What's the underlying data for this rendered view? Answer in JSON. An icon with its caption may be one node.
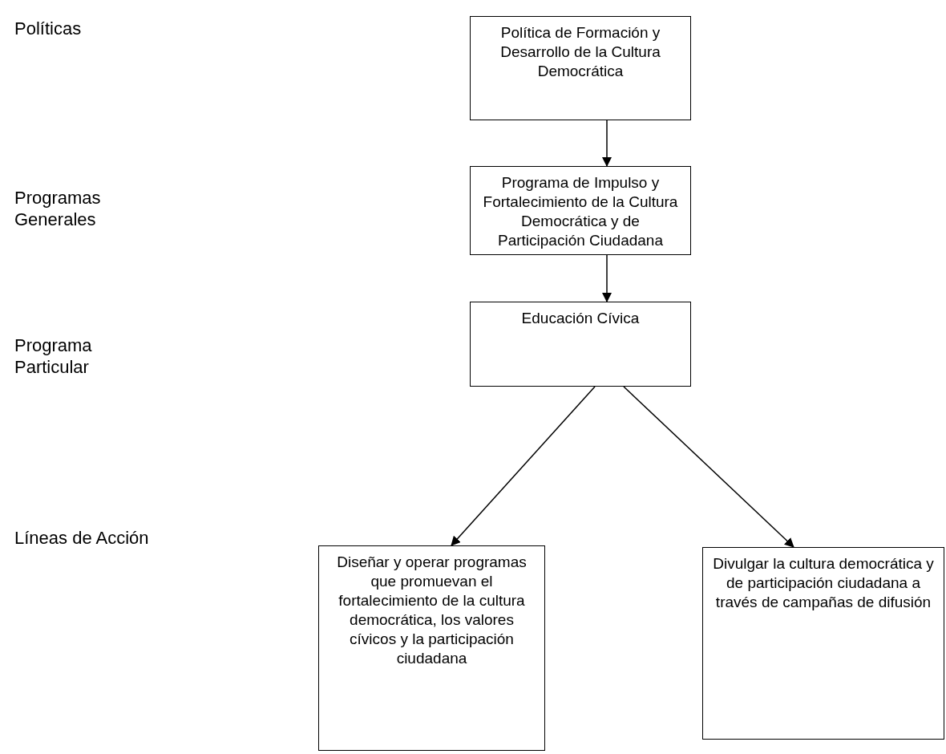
{
  "diagram": {
    "nodes": [
      {
        "text": [
          "Política de Formación y Desarrollo de la Cultura Democrática"
        ]
      },
      {
        "text": [
          "Programa de Impulso y Fortalecimiento de la Cultura Democrática y de Participación Ciudadana"
        ]
      },
      {
        "text": [
          "Educación Cívica"
        ]
      },
      {
        "text": [
          "Diseñar y operar programas que promuevan el fortalecimiento de la cultura democrática, los valores cívicos y la participación ciudadana"
        ]
      },
      {
        "text": [
          "Divulgar la cultura democrática y de participación ciudadana a través de campañas de difusión"
        ]
      }
    ],
    "edges": [
      {
        "from": 0,
        "to": 1,
        "arrow": "to"
      },
      {
        "from": 1,
        "to": 2,
        "arrow": "to"
      },
      {
        "from": 2,
        "to": 3,
        "arrow": "to"
      },
      {
        "from": 2,
        "to": 4,
        "arrow": "to"
      }
    ],
    "labels": [
      "Políticas",
      "Programas Generales",
      "Programa Particular",
      "Líneas de Acción"
    ]
  }
}
